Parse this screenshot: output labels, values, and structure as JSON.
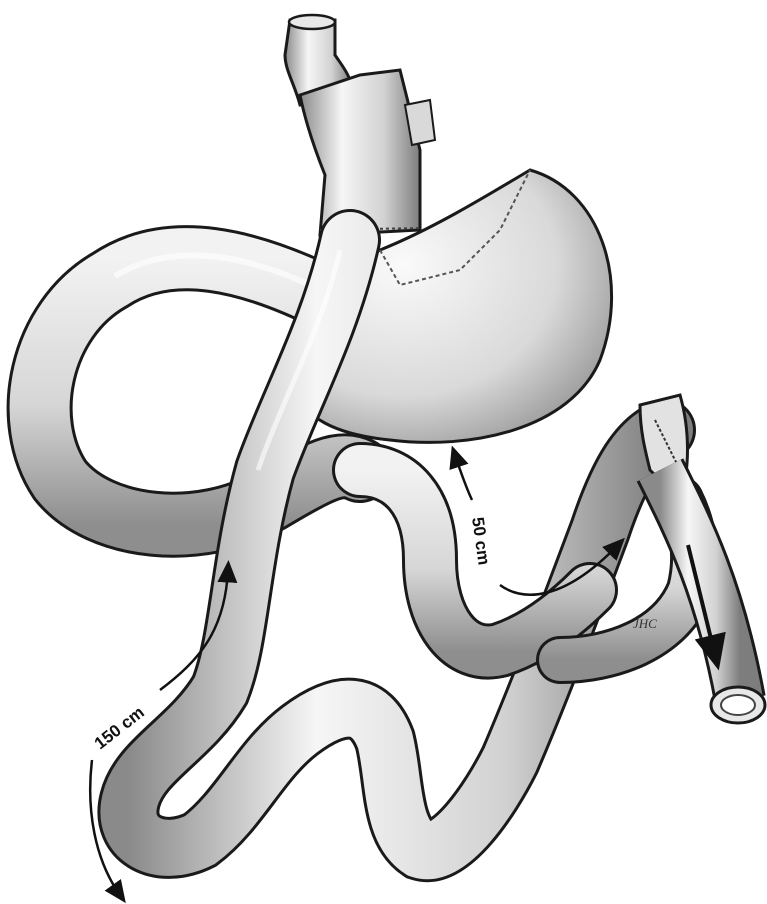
{
  "labels": {
    "measure_long": "150 cm",
    "measure_short": "50 cm",
    "artist_signature": "JHC"
  },
  "colors": {
    "tube_fill": "#e4e4e4",
    "tube_outline": "#1a1a1a",
    "arrow": "#111111"
  }
}
